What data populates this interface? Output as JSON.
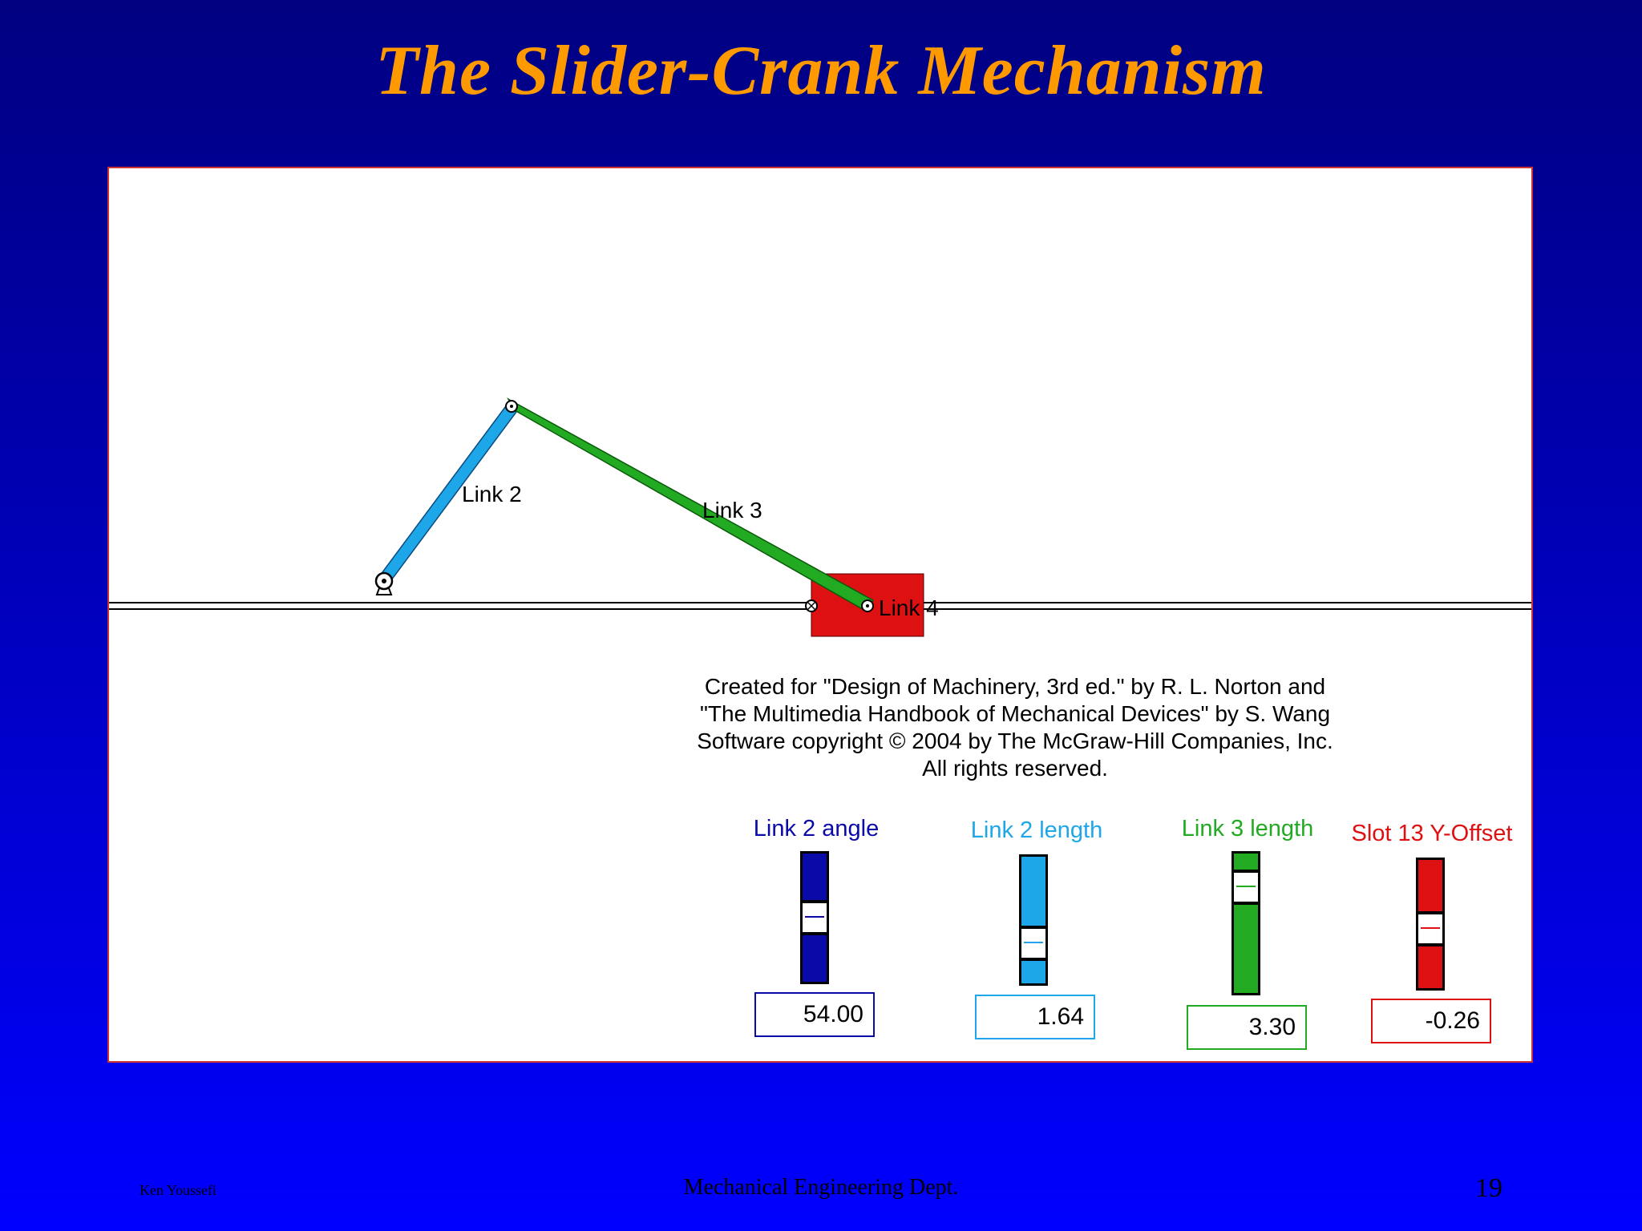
{
  "slide": {
    "title": "The Slider-Crank Mechanism",
    "footer_author": "Ken Youssefi",
    "footer_dept": "Mechanical Engineering Dept.",
    "page_number": "19"
  },
  "diagram": {
    "link2_label": "Link 2",
    "link3_label": "Link 3",
    "link4_label": "Link 4",
    "colors": {
      "link2": "#1ea7e8",
      "link3": "#22aa22",
      "link4": "#dd1111"
    }
  },
  "credits": [
    "Created for \"Design of Machinery, 3rd ed.\" by R. L. Norton and",
    "\"The Multimedia Handbook of Mechanical Devices\" by S. Wang",
    "Software copyright © 2004 by The McGraw-Hill Companies, Inc.",
    "All rights reserved."
  ],
  "controls": [
    {
      "label": "Link 2 angle",
      "value": "54.00",
      "color": "#0a0aa8",
      "level": 0.5
    },
    {
      "label": "Link 2 length",
      "value": "1.64",
      "color": "#1ea7e8",
      "level": 0.25
    },
    {
      "label": "Link 3 length",
      "value": "3.30",
      "color": "#22aa22",
      "level": 0.85
    },
    {
      "label": "Slot 13 Y-Offset",
      "value": "-0.26",
      "color": "#dd1111",
      "level": 0.45
    }
  ]
}
